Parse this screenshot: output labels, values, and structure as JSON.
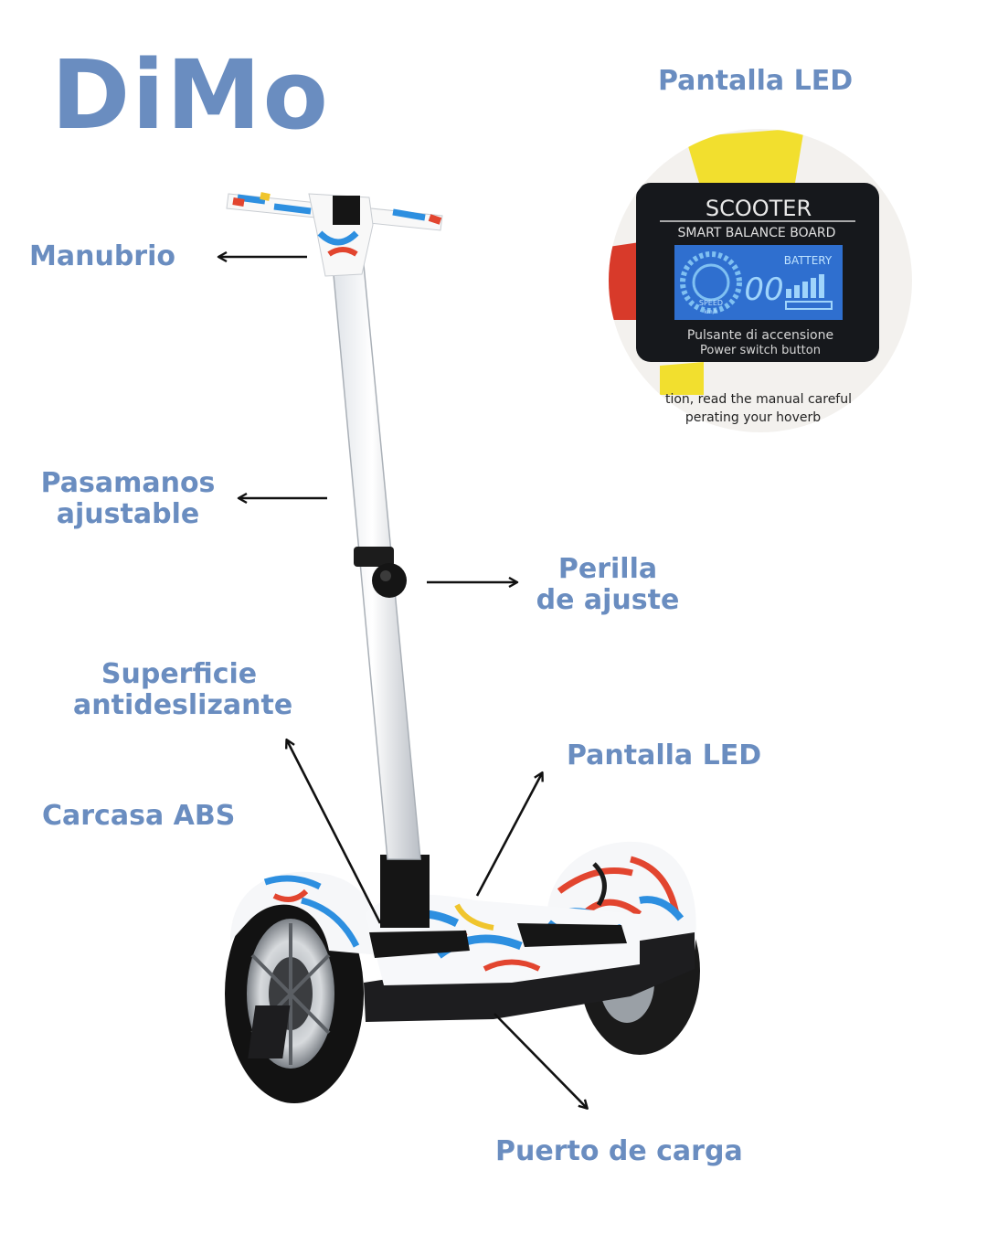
{
  "brand": {
    "logo": "DiMo"
  },
  "colors": {
    "label": "#6a8dc0",
    "arrow": "#111111",
    "frame": "#c8ccd2",
    "screen": "#1a2b5c",
    "digits": "#57a3e0"
  },
  "labels": {
    "pantalla_top": "Pantalla LED",
    "manubrio": "Manubrio",
    "pasamanos_1": "Pasamanos",
    "pasamanos_2": "ajustable",
    "perilla_1": "Perilla",
    "perilla_2": "de ajuste",
    "superficie_1": "Superficie",
    "superficie_2": "antideslizante",
    "carcasa": "Carcasa ABS",
    "pantalla_bottom": "Pantalla LED",
    "puerto": "Puerto de carga"
  },
  "led_display": {
    "brand": "SCOOTER",
    "subtitle": "SMART BALANCE BOARD",
    "battery": "BATTERY",
    "speed": "SPEED",
    "speed_unit": "km/h",
    "digits": "00",
    "power_it": "Pulsante di accensione",
    "power_en": "Power switch button",
    "manual_1": "tion, read the manual careful",
    "manual_2": "perating your hoverb"
  }
}
